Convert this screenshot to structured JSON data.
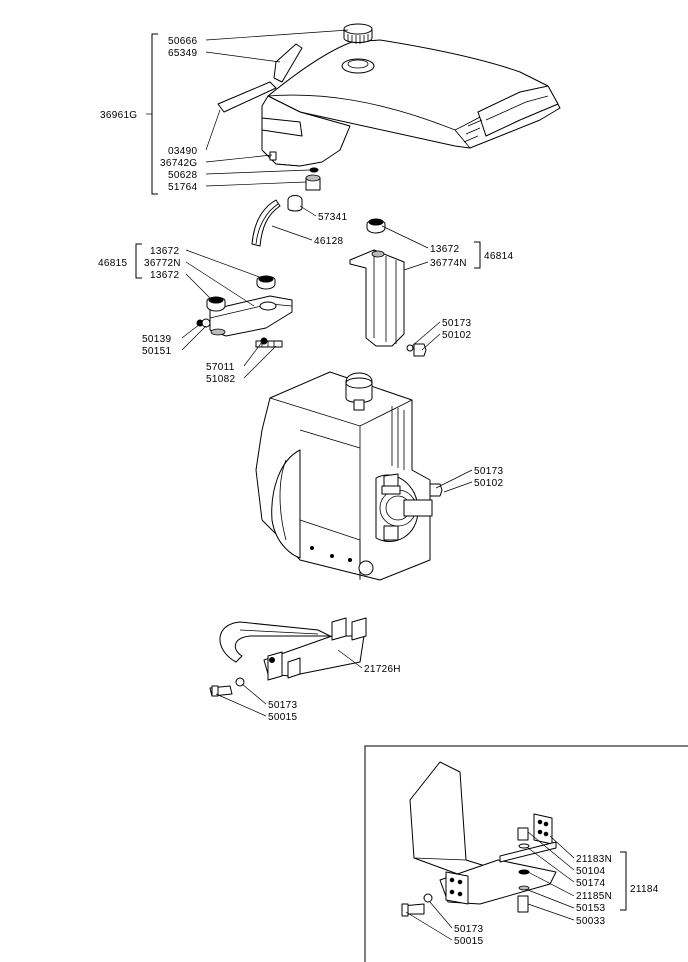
{
  "labels": {
    "l50666": "50666",
    "l65349": "65349",
    "l36961G": "36961G",
    "l03490": "03490",
    "l36742G": "36742G",
    "l50628": "50628",
    "l51764": "51764",
    "l57341": "57341",
    "l46128": "46128",
    "l13672a": "13672",
    "l36772N": "36772N",
    "l13672b": "13672",
    "l46815": "46815",
    "l50139": "50139",
    "l50151": "50151",
    "l57011": "57011",
    "l51082": "51082",
    "l13672c": "13672",
    "l36774N": "36774N",
    "l46814": "46814",
    "l50173a": "50173",
    "l50102a": "50102",
    "l50173b": "50173",
    "l50102b": "50102",
    "l21726H": "21726H",
    "l50173c": "50173",
    "l50015a": "50015",
    "l21183N": "21183N",
    "l50104": "50104",
    "l50174": "50174",
    "l21185N": "21185N",
    "l21184": "21184",
    "l50153": "50153",
    "l50033": "50033",
    "l50173d": "50173",
    "l50015b": "50015"
  }
}
